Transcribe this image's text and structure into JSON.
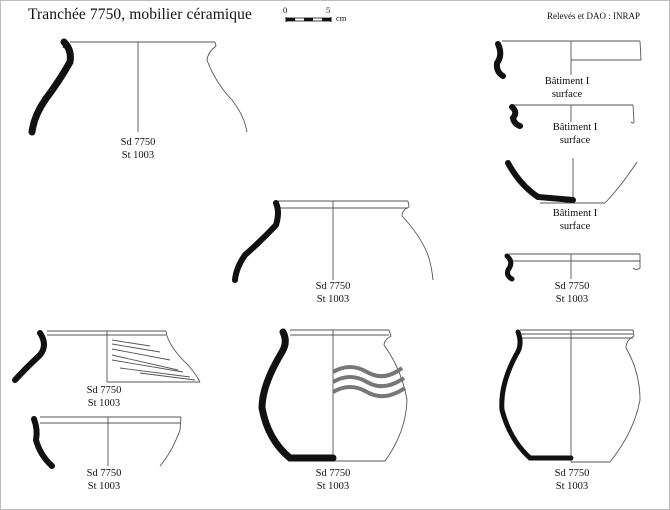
{
  "header": {
    "title": "Tranchée 7750, mobilier céramique",
    "credit": "Relevés et DAO : INRAP",
    "scale": {
      "start": "0",
      "end": "5",
      "unit": "cm"
    }
  },
  "labels": {
    "sd7750_st1003": {
      "line1": "Sd 7750",
      "line2": "St 1003"
    },
    "batiment_surface": {
      "line1": "Bâtiment I",
      "line2": "surface"
    }
  },
  "colors": {
    "ink": "#111111",
    "line": "#555555",
    "frame": "#bdbdbd"
  }
}
